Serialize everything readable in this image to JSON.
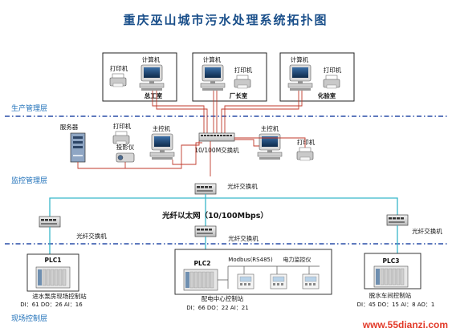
{
  "title": "重庆巫山城市污水处理系统拓扑图",
  "layers": {
    "production": "生产管理层",
    "monitoring": "监控管理层",
    "field": "现场控制层"
  },
  "offices": {
    "chief": {
      "printer": "打印机",
      "computer": "计算机",
      "name": "总工室"
    },
    "director": {
      "printer": "打印机",
      "computer": "计算机",
      "name": "厂长室"
    },
    "lab": {
      "printer": "打印机",
      "computer": "计算机",
      "name": "化验室"
    }
  },
  "monitoring_center": {
    "server": "服务器",
    "printer_left": "打印机",
    "projector": "投影仪",
    "host_left": "主控机",
    "switch": "10/100M交换机",
    "host_right": "主控机",
    "printer_right": "打印机"
  },
  "network": {
    "fiber_switch_top": "光纤交换机",
    "ethernet": "光纤以太网（10/100Mbps）",
    "fiber_switch_left": "光纤交换机",
    "fiber_switch_center": "光纤交换机",
    "fiber_switch_right": "光纤交换机"
  },
  "stations": {
    "left": {
      "plc": "PLC1",
      "name": "进水泵房现场控制站",
      "io": "DI：61 DO：26 AI：16"
    },
    "center": {
      "plc": "PLC2",
      "modbus": "Modbus(RS485)",
      "meters": "电力监控仪",
      "name": "配电中心控制站",
      "io": "DI：66 DO：22 AI：21"
    },
    "right": {
      "plc": "PLC3",
      "name": "脱水车间控制站",
      "io": "DI：45 DO：15 AI：8 AO：1"
    }
  },
  "watermark": "www.55dianzi.com",
  "colors": {
    "title": "#1a4f8a",
    "layer": "#1d6fb8",
    "divider": "#2a4fa8",
    "ethernet": "#38b7c9",
    "cable": "#c0392b",
    "watermark": "#e23b2a"
  }
}
